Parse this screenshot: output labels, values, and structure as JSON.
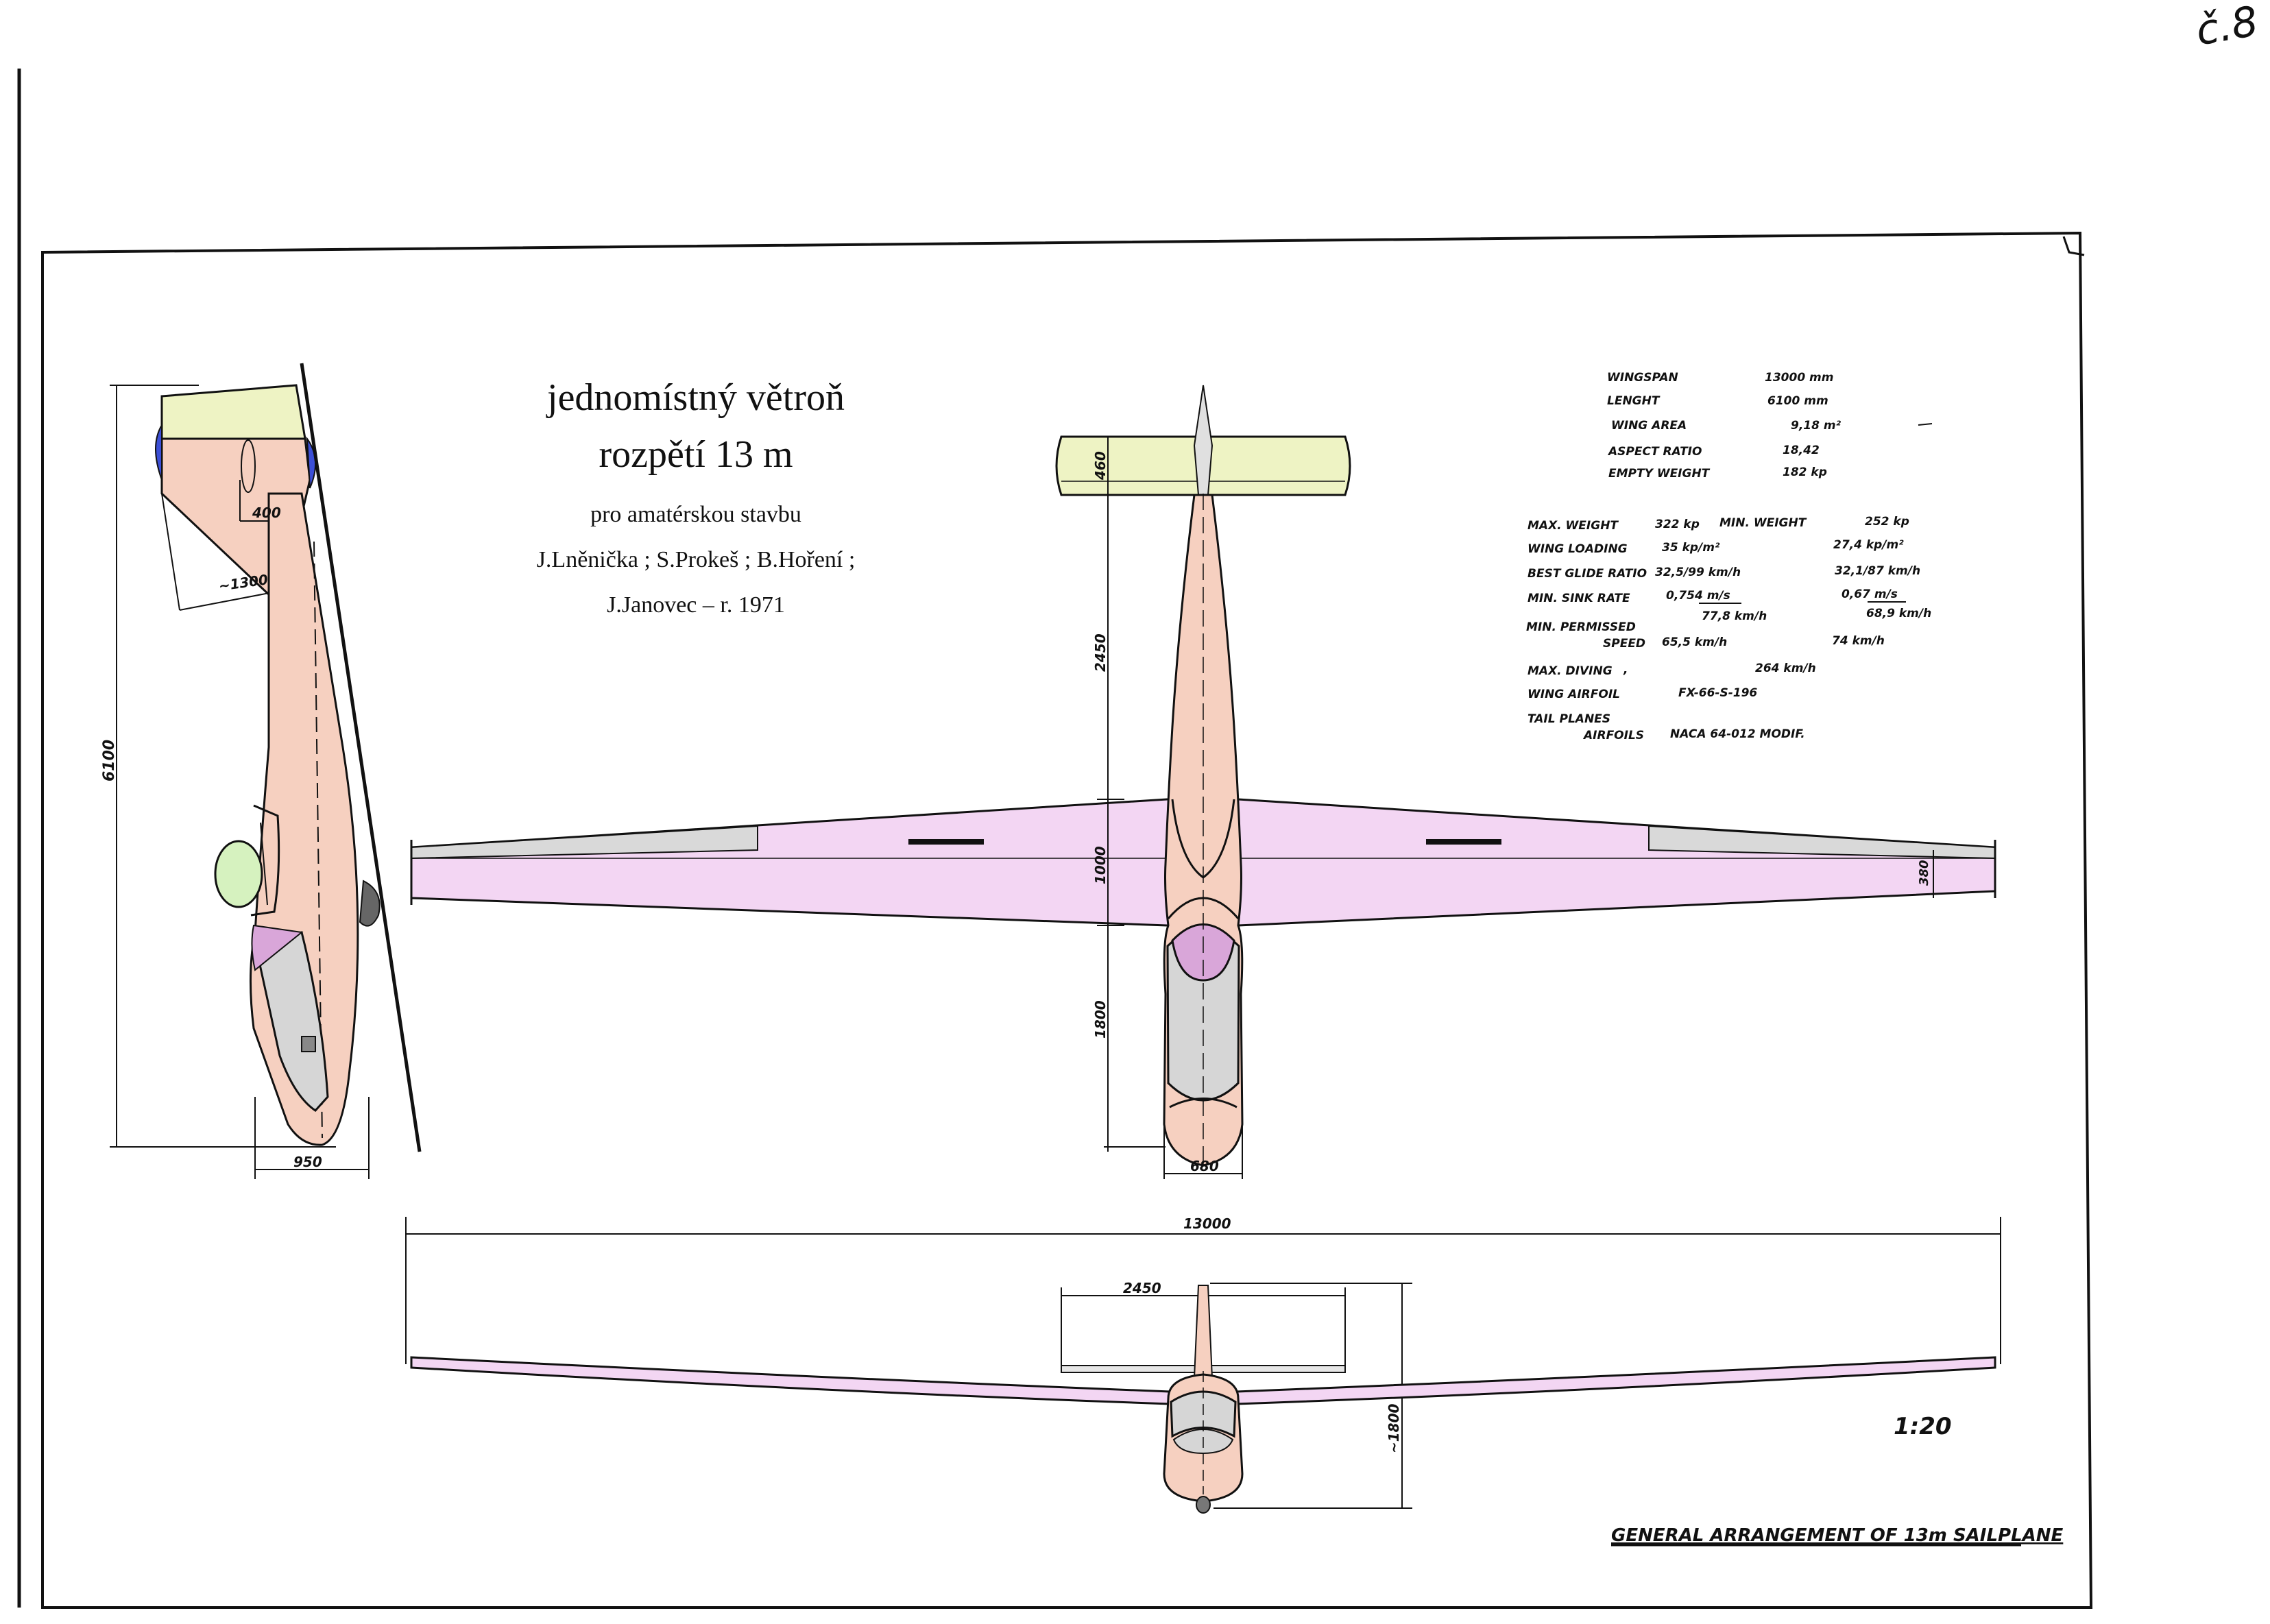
{
  "corner_mark": "č.8",
  "title": {
    "line1": "jednomístný větroň",
    "line2": "rozpětí 13 m",
    "line3": "pro amatérskou stavbu",
    "line4": "J.Lněnička ; S.Prokeš ; B.Hoření ;",
    "line5": "J.Janovec – r. 1971"
  },
  "specs_top": [
    {
      "label": "WINGSPAN",
      "value": "13000 mm"
    },
    {
      "label": "LENGHT",
      "value": "6100 mm"
    },
    {
      "label": "WING AREA",
      "value": "9,18 m²"
    },
    {
      "label": "ASPECT RATIO",
      "value": "18,42"
    },
    {
      "label": "EMPTY WEIGHT",
      "value": "182 kp"
    }
  ],
  "specs_perf": {
    "max_weight_label": "MAX. WEIGHT",
    "max_weight_value": "322 kp",
    "min_weight_label": "MIN. WEIGHT",
    "min_weight_value": "252 kp",
    "wing_loading_label": "WING LOADING",
    "wing_loading_max": "35 kp/m²",
    "wing_loading_min": "27,4 kp/m²",
    "glide_label": "BEST GLIDE RATIO",
    "glide_max": "32,5/99 km/h",
    "glide_min": "32,1/87 km/h",
    "sink_label": "MIN. SINK RATE",
    "sink_max": "0,754 m/s",
    "sink_max_speed": "77,8 km/h",
    "sink_min": "0,67 m/s",
    "sink_min_speed": "68,9 km/h",
    "permissed_label_1": "MIN. PERMISSED",
    "permissed_label_2": "SPEED",
    "permissed_max": "65,5 km/h",
    "permissed_min": "74 km/h",
    "diving_label": "MAX. DIVING",
    "diving_mark": ",",
    "diving_value": "264 km/h",
    "airfoil_label": "WING AIRFOIL",
    "airfoil_value": "FX-66-S-196",
    "tail_label_1": "TAIL PLANES",
    "tail_label_2": "AIRFOILS",
    "tail_value": "NACA 64-012 MODIF."
  },
  "dimensions": {
    "side_length": "6100",
    "side_400": "400",
    "side_1300": "~1300",
    "side_950": "950",
    "top_460": "460",
    "top_2450": "2450",
    "top_1000": "1000",
    "top_1800": "1800",
    "top_680": "680",
    "top_380": "380",
    "front_span": "13000",
    "front_tail": "2450",
    "front_height": "~1800"
  },
  "scale": "1:20",
  "caption": "GENERAL ARRANGEMENT OF 13m SAILPLANE",
  "colors": {
    "fuselage": "#f6d0c0",
    "wing": "#f3d6f3",
    "tail": "#eef3c4",
    "canopy": "#d6d6d6",
    "cockpit": "#d9a6d9",
    "rudder_tip": "#3c4fd6",
    "nose_cone": "#d6f2bf",
    "line": "#111111",
    "aileron": "#d9d9d9"
  }
}
